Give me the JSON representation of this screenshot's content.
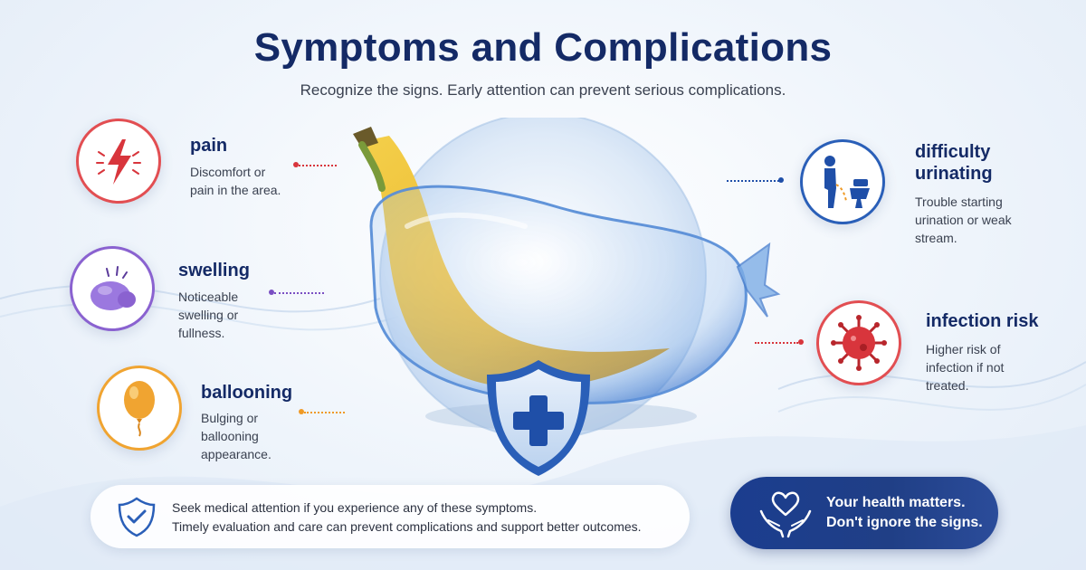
{
  "header": {
    "title": "Symptoms and Complications",
    "subtitle": "Recognize the signs. Early attention can prevent serious complications."
  },
  "symptoms": [
    {
      "title": "pain",
      "description_lines": [
        "Discomfort or",
        "pain in the area."
      ],
      "icon": "lightning-bolt-icon",
      "color": "#d8353c"
    },
    {
      "title": "swelling",
      "description_lines": [
        "Noticeable",
        "swelling or",
        "fullness."
      ],
      "icon": "swelling-blob-icon",
      "color": "#7a4fc3"
    },
    {
      "title": "ballooning",
      "description_lines": [
        "Bulging or",
        "ballooning",
        "appearance."
      ],
      "icon": "balloon-icon",
      "color": "#ef9a26"
    },
    {
      "title_lines": [
        "difficulty",
        "urinating"
      ],
      "description_lines": [
        "Trouble starting",
        "urination or weak",
        "stream."
      ],
      "icon": "person-toilet-icon",
      "color": "#1f4fa8"
    },
    {
      "title": "infection risk",
      "description_lines": [
        "Higher risk of",
        "infection if not",
        "treated."
      ],
      "icon": "virus-icon",
      "color": "#d8353c"
    }
  ],
  "notice": {
    "line1": "Seek medical attention if you experience any of these symptoms.",
    "line2": "Timely evaluation and care can prevent complications and support better outcomes.",
    "icon": "shield-check-icon"
  },
  "banner": {
    "line1": "Your health matters.",
    "line2": "Don't ignore the signs.",
    "icon": "heart-hands-icon"
  },
  "center_illustration": {
    "icon": "medical-shield-cross-icon"
  },
  "colors": {
    "navy": "#142a66",
    "red": "#d8353c",
    "purple": "#7a4fc3",
    "orange": "#ef9a26",
    "blue": "#1f4fa8"
  }
}
